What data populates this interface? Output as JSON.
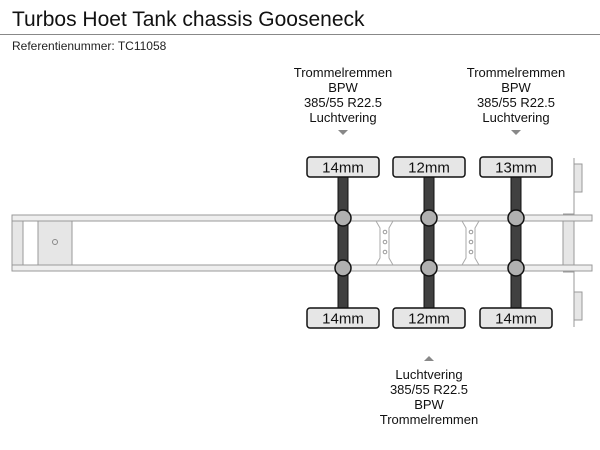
{
  "header": {
    "title": "Turbos Hoet Tank chassis Gooseneck",
    "reference": "Referentienummer: TC11058"
  },
  "axles": [
    {
      "top_tire": "14mm",
      "bottom_tire": "14mm",
      "spec_top": [
        "Trommelremmen",
        "BPW",
        "385/55 R22.5",
        "Luchtvering"
      ]
    },
    {
      "top_tire": "12mm",
      "bottom_tire": "12mm",
      "spec_bottom": [
        "Luchtvering",
        "385/55 R22.5",
        "BPW",
        "Trommelremmen"
      ]
    },
    {
      "top_tire": "13mm",
      "bottom_tire": "14mm",
      "spec_top": [
        "Trommelremmen",
        "BPW",
        "385/55 R22.5",
        "Luchtvering"
      ]
    }
  ],
  "colors": {
    "axle": "#404040",
    "hub": "#b0b0b0",
    "tire_fill": "#e6e6e6",
    "frame": "#999999",
    "frame_fill": "#eeeeee",
    "arrow": "#888888"
  }
}
